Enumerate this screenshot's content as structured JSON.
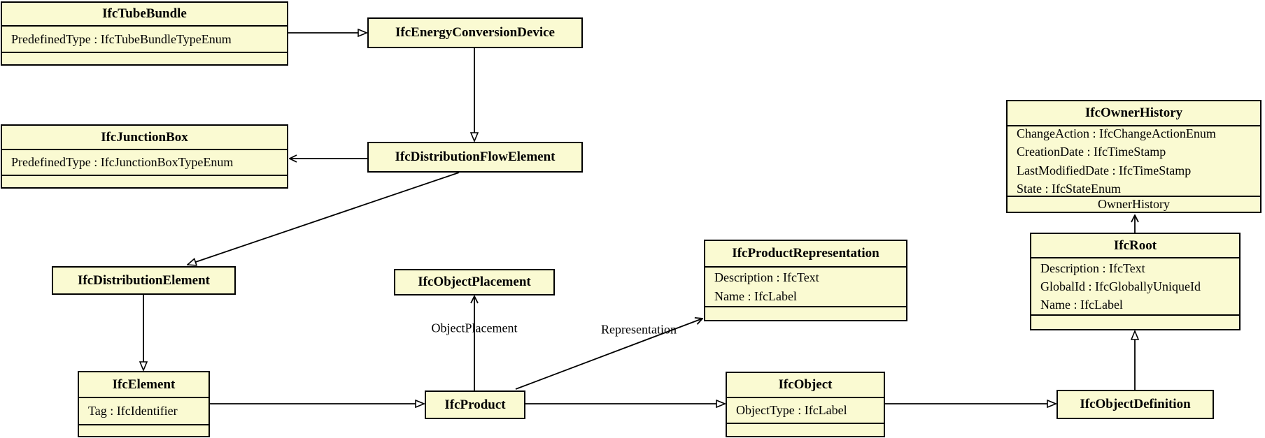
{
  "diagram": {
    "kind": "uml-class-diagram",
    "subject": "IFC entity inheritance",
    "colors": {
      "box_fill": "#FAFAD2",
      "box_border": "#000000",
      "text": "#000000",
      "background": "#ffffff"
    }
  },
  "classes": {
    "ifcTubeBundle": {
      "title": "IfcTubeBundle",
      "attributes": [
        "PredefinedType : IfcTubeBundleTypeEnum"
      ]
    },
    "ifcEnergyConversionDevice": {
      "title": "IfcEnergyConversionDevice",
      "attributes": []
    },
    "ifcJunctionBox": {
      "title": "IfcJunctionBox",
      "attributes": [
        "PredefinedType : IfcJunctionBoxTypeEnum"
      ]
    },
    "ifcDistributionFlowElement": {
      "title": "IfcDistributionFlowElement",
      "attributes": []
    },
    "ifcOwnerHistory": {
      "title": "IfcOwnerHistory",
      "attributes": [
        "ChangeAction : IfcChangeActionEnum",
        "CreationDate : IfcTimeStamp",
        "LastModifiedDate : IfcTimeStamp",
        "State : IfcStateEnum"
      ]
    },
    "ifcDistributionElement": {
      "title": "IfcDistributionElement",
      "attributes": []
    },
    "ifcObjectPlacement": {
      "title": "IfcObjectPlacement",
      "attributes": []
    },
    "ifcProductRepresentation": {
      "title": "IfcProductRepresentation",
      "attributes": [
        "Description : IfcText",
        "Name : IfcLabel"
      ]
    },
    "ifcRoot": {
      "title": "IfcRoot",
      "attributes": [
        "Description : IfcText",
        "GlobalId : IfcGloballyUniqueId",
        "Name : IfcLabel"
      ]
    },
    "ifcElement": {
      "title": "IfcElement",
      "attributes": [
        "Tag : IfcIdentifier"
      ]
    },
    "ifcProduct": {
      "title": "IfcProduct",
      "attributes": []
    },
    "ifcObject": {
      "title": "IfcObject",
      "attributes": [
        "ObjectType : IfcLabel"
      ]
    },
    "ifcObjectDefinition": {
      "title": "IfcObjectDefinition",
      "attributes": []
    }
  },
  "edge_labels": {
    "object_placement": "ObjectPlacement",
    "representation": "Representation",
    "owner_history": "OwnerHistory"
  },
  "relationships": {
    "generalizations": [
      {
        "from": "IfcTubeBundle",
        "to": "IfcEnergyConversionDevice"
      },
      {
        "from": "IfcEnergyConversionDevice",
        "to": "IfcDistributionFlowElement"
      },
      {
        "from": "IfcDistributionFlowElement",
        "to": "IfcDistributionElement"
      },
      {
        "from": "IfcDistributionElement",
        "to": "IfcElement"
      },
      {
        "from": "IfcElement",
        "to": "IfcProduct"
      },
      {
        "from": "IfcProduct",
        "to": "IfcObject"
      },
      {
        "from": "IfcObject",
        "to": "IfcObjectDefinition"
      },
      {
        "from": "IfcObjectDefinition",
        "to": "IfcRoot"
      }
    ],
    "associations": [
      {
        "from": "IfcDistributionFlowElement",
        "to": "IfcJunctionBox",
        "label": ""
      },
      {
        "from": "IfcProduct",
        "to": "IfcObjectPlacement",
        "label": "ObjectPlacement"
      },
      {
        "from": "IfcProduct",
        "to": "IfcProductRepresentation",
        "label": "Representation"
      },
      {
        "from": "IfcRoot",
        "to": "IfcOwnerHistory",
        "label": "OwnerHistory"
      }
    ]
  }
}
